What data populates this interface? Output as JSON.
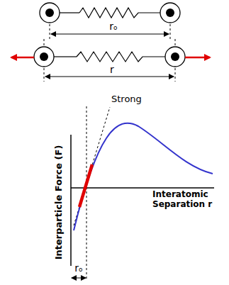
{
  "diagram": {
    "labels": [
      "rₒ",
      "r",
      "Strong",
      "Interparticle Force (F)",
      "Interatomic Separation r",
      "rₒ"
    ]
  }
}
